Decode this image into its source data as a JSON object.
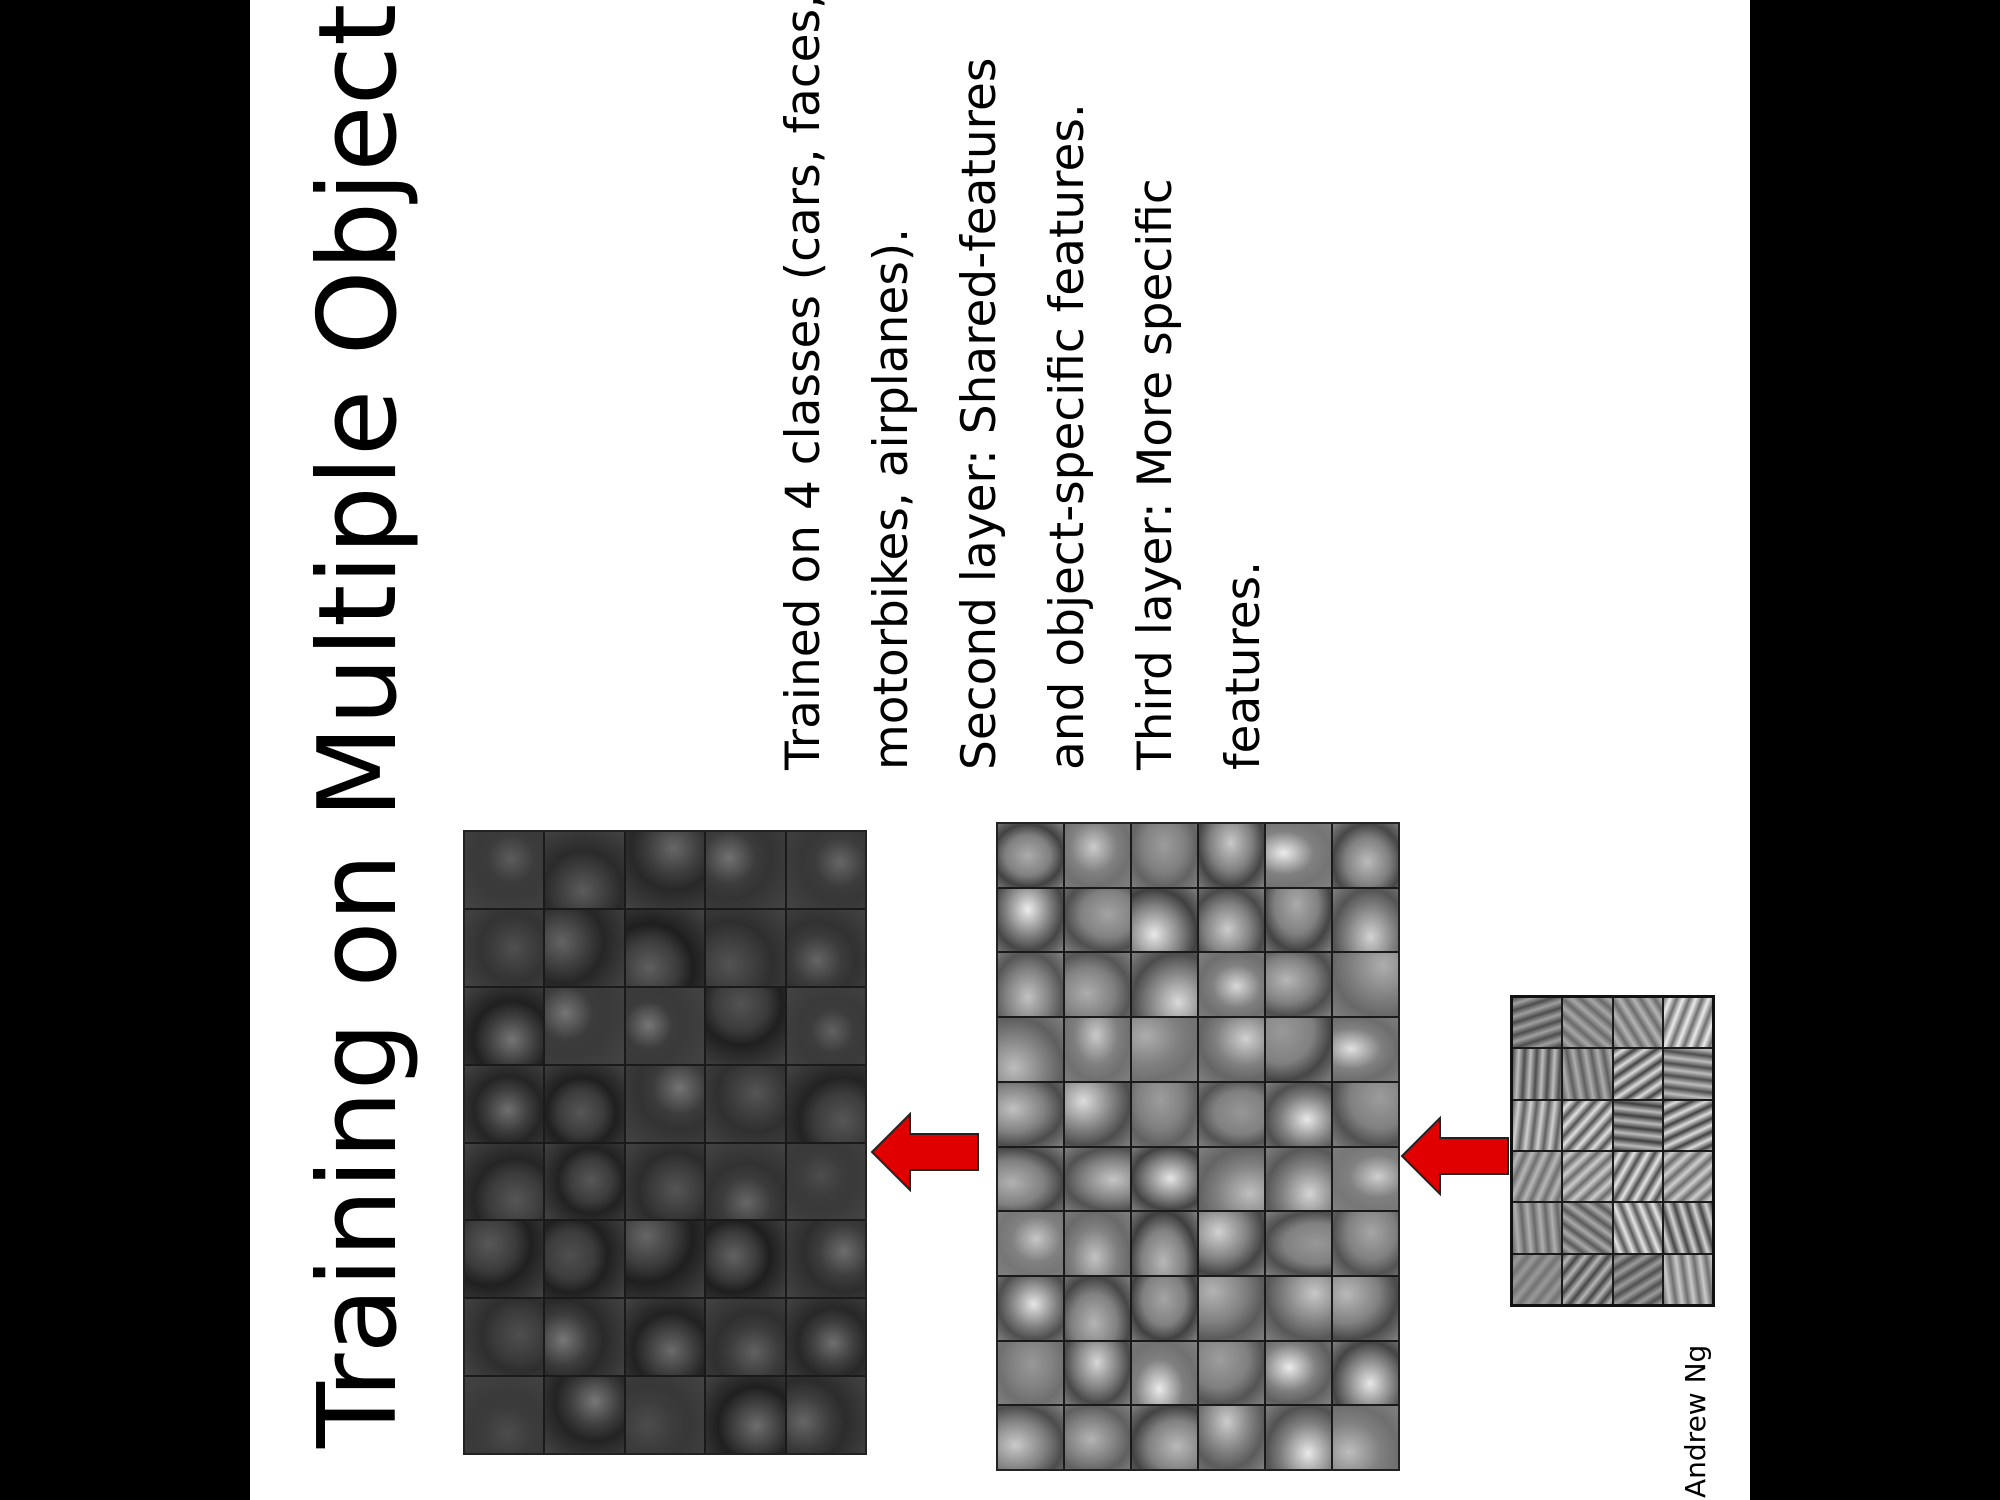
{
  "slide": {
    "title": "Training on Multiple Objects",
    "bullets": [
      "Trained on 4 classes (cars, faces,",
      "motorbikes, airplanes).",
      "Second layer: Shared-features",
      "and object-specific features.",
      "Third layer: More specific",
      "features."
    ],
    "footer": "Andrew Ng"
  },
  "figures": {
    "third_layer": {
      "columns": 5,
      "rows": 8
    },
    "second_layer": {
      "columns": 6,
      "rows": 10
    },
    "first_layer": {
      "columns": 4,
      "rows": 6
    }
  },
  "colors": {
    "arrow": "#e00000",
    "cell": "#7f7f7f"
  },
  "icons": {
    "arrow": "left-arrow-icon"
  }
}
